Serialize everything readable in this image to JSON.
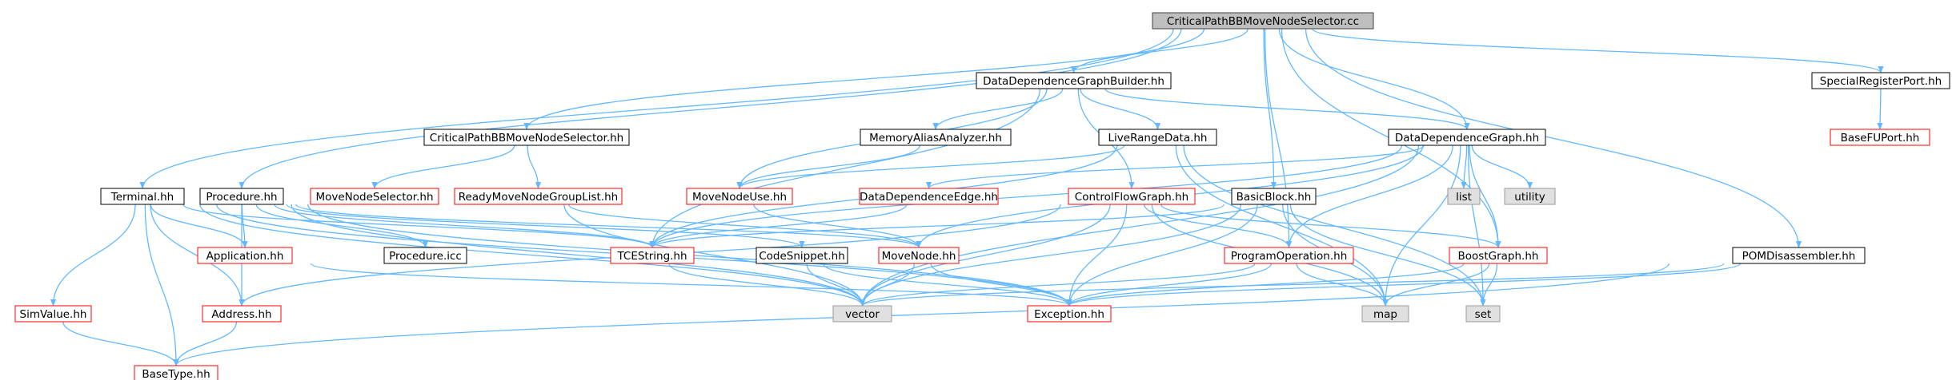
{
  "colors": {
    "root_fill": "#bfbfbf",
    "root_border": "#404040",
    "doc_fill": "#ffffff",
    "doc_border": "#000000",
    "missing_fill": "#ffffff",
    "missing_border": "#ff0000",
    "external_fill": "#e0e0e0",
    "external_border": "#999999",
    "edge": "#63b8ff"
  },
  "nodes": [
    {
      "id": "root",
      "label": "CriticalPathBBMoveNodeSelector.cc",
      "kind": "root"
    },
    {
      "id": "ddgb",
      "label": "DataDependenceGraphBuilder.hh",
      "kind": "doc"
    },
    {
      "id": "srp",
      "label": "SpecialRegisterPort.hh",
      "kind": "doc"
    },
    {
      "id": "bfu",
      "label": "BaseFUPort.hh",
      "kind": "missing"
    },
    {
      "id": "cpbb",
      "label": "CriticalPathBBMoveNodeSelector.hh",
      "kind": "doc"
    },
    {
      "id": "maa",
      "label": "MemoryAliasAnalyzer.hh",
      "kind": "doc"
    },
    {
      "id": "lrd",
      "label": "LiveRangeData.hh",
      "kind": "doc"
    },
    {
      "id": "ddg",
      "label": "DataDependenceGraph.hh",
      "kind": "doc"
    },
    {
      "id": "term",
      "label": "Terminal.hh",
      "kind": "doc"
    },
    {
      "id": "proc",
      "label": "Procedure.hh",
      "kind": "doc"
    },
    {
      "id": "mns",
      "label": "MoveNodeSelector.hh",
      "kind": "missing"
    },
    {
      "id": "rmngl",
      "label": "ReadyMoveNodeGroupList.hh",
      "kind": "missing"
    },
    {
      "id": "mnu",
      "label": "MoveNodeUse.hh",
      "kind": "missing"
    },
    {
      "id": "dde",
      "label": "DataDependenceEdge.hh",
      "kind": "missing"
    },
    {
      "id": "cfg",
      "label": "ControlFlowGraph.hh",
      "kind": "missing"
    },
    {
      "id": "bb",
      "label": "BasicBlock.hh",
      "kind": "doc"
    },
    {
      "id": "list",
      "label": "list",
      "kind": "external"
    },
    {
      "id": "util",
      "label": "utility",
      "kind": "external"
    },
    {
      "id": "sim",
      "label": "SimValue.hh",
      "kind": "missing"
    },
    {
      "id": "app",
      "label": "Application.hh",
      "kind": "missing"
    },
    {
      "id": "procicc",
      "label": "Procedure.icc",
      "kind": "doc"
    },
    {
      "id": "tces",
      "label": "TCEString.hh",
      "kind": "missing"
    },
    {
      "id": "cs",
      "label": "CodeSnippet.hh",
      "kind": "doc"
    },
    {
      "id": "mn",
      "label": "MoveNode.hh",
      "kind": "missing"
    },
    {
      "id": "po",
      "label": "ProgramOperation.hh",
      "kind": "missing"
    },
    {
      "id": "bg",
      "label": "BoostGraph.hh",
      "kind": "missing"
    },
    {
      "id": "pomd",
      "label": "POMDisassembler.hh",
      "kind": "doc"
    },
    {
      "id": "addr",
      "label": "Address.hh",
      "kind": "missing"
    },
    {
      "id": "vec",
      "label": "vector",
      "kind": "external"
    },
    {
      "id": "exc",
      "label": "Exception.hh",
      "kind": "missing"
    },
    {
      "id": "map",
      "label": "map",
      "kind": "external"
    },
    {
      "id": "set",
      "label": "set",
      "kind": "external"
    },
    {
      "id": "bt",
      "label": "BaseType.hh",
      "kind": "missing"
    }
  ],
  "edges": [
    [
      "root",
      "ddgb"
    ],
    [
      "root",
      "srp"
    ],
    [
      "root",
      "cpbb"
    ],
    [
      "root",
      "term"
    ],
    [
      "root",
      "proc"
    ],
    [
      "root",
      "ddg"
    ],
    [
      "root",
      "bb"
    ],
    [
      "root",
      "po"
    ],
    [
      "root",
      "bg"
    ],
    [
      "root",
      "pomd"
    ],
    [
      "srp",
      "bfu"
    ],
    [
      "ddgb",
      "maa"
    ],
    [
      "ddgb",
      "lrd"
    ],
    [
      "ddgb",
      "ddg"
    ],
    [
      "ddgb",
      "mnu"
    ],
    [
      "ddgb",
      "cfg"
    ],
    [
      "ddgb",
      "tces"
    ],
    [
      "cpbb",
      "mns"
    ],
    [
      "cpbb",
      "rmngl"
    ],
    [
      "maa",
      "mnu"
    ],
    [
      "lrd",
      "mnu"
    ],
    [
      "lrd",
      "tces"
    ],
    [
      "lrd",
      "map"
    ],
    [
      "lrd",
      "set"
    ],
    [
      "ddg",
      "dde"
    ],
    [
      "ddg",
      "list"
    ],
    [
      "ddg",
      "util"
    ],
    [
      "ddg",
      "mn"
    ],
    [
      "ddg",
      "po"
    ],
    [
      "ddg",
      "bg"
    ],
    [
      "ddg",
      "vec"
    ],
    [
      "ddg",
      "map"
    ],
    [
      "ddg",
      "set"
    ],
    [
      "ddg",
      "tces"
    ],
    [
      "term",
      "sim"
    ],
    [
      "term",
      "app"
    ],
    [
      "term",
      "addr"
    ],
    [
      "term",
      "bt"
    ],
    [
      "term",
      "tces"
    ],
    [
      "term",
      "vec"
    ],
    [
      "term",
      "exc"
    ],
    [
      "proc",
      "app"
    ],
    [
      "proc",
      "procicc"
    ],
    [
      "proc",
      "tces"
    ],
    [
      "proc",
      "cs"
    ],
    [
      "proc",
      "addr"
    ],
    [
      "proc",
      "vec"
    ],
    [
      "proc",
      "exc"
    ],
    [
      "proc",
      "mn"
    ],
    [
      "rmngl",
      "mn"
    ],
    [
      "rmngl",
      "vec"
    ],
    [
      "mnu",
      "mn"
    ],
    [
      "dde",
      "tces"
    ],
    [
      "cfg",
      "po"
    ],
    [
      "cfg",
      "bg"
    ],
    [
      "cfg",
      "exc"
    ],
    [
      "cfg",
      "map"
    ],
    [
      "cfg",
      "vec"
    ],
    [
      "cfg",
      "addr"
    ],
    [
      "bb",
      "tces"
    ],
    [
      "bb",
      "exc"
    ],
    [
      "bb",
      "vec"
    ],
    [
      "bb",
      "map"
    ],
    [
      "bb",
      "set"
    ],
    [
      "sim",
      "bt"
    ],
    [
      "app",
      "exc"
    ],
    [
      "tces",
      "vec"
    ],
    [
      "cs",
      "vec"
    ],
    [
      "cs",
      "exc"
    ],
    [
      "mn",
      "vec"
    ],
    [
      "mn",
      "exc"
    ],
    [
      "po",
      "map"
    ],
    [
      "po",
      "exc"
    ],
    [
      "po",
      "vec"
    ],
    [
      "bg",
      "map"
    ],
    [
      "bg",
      "set"
    ],
    [
      "bg",
      "exc"
    ],
    [
      "pomd",
      "bt"
    ],
    [
      "pomd",
      "exc"
    ],
    [
      "pomd",
      "vec"
    ],
    [
      "addr",
      "bt"
    ]
  ]
}
